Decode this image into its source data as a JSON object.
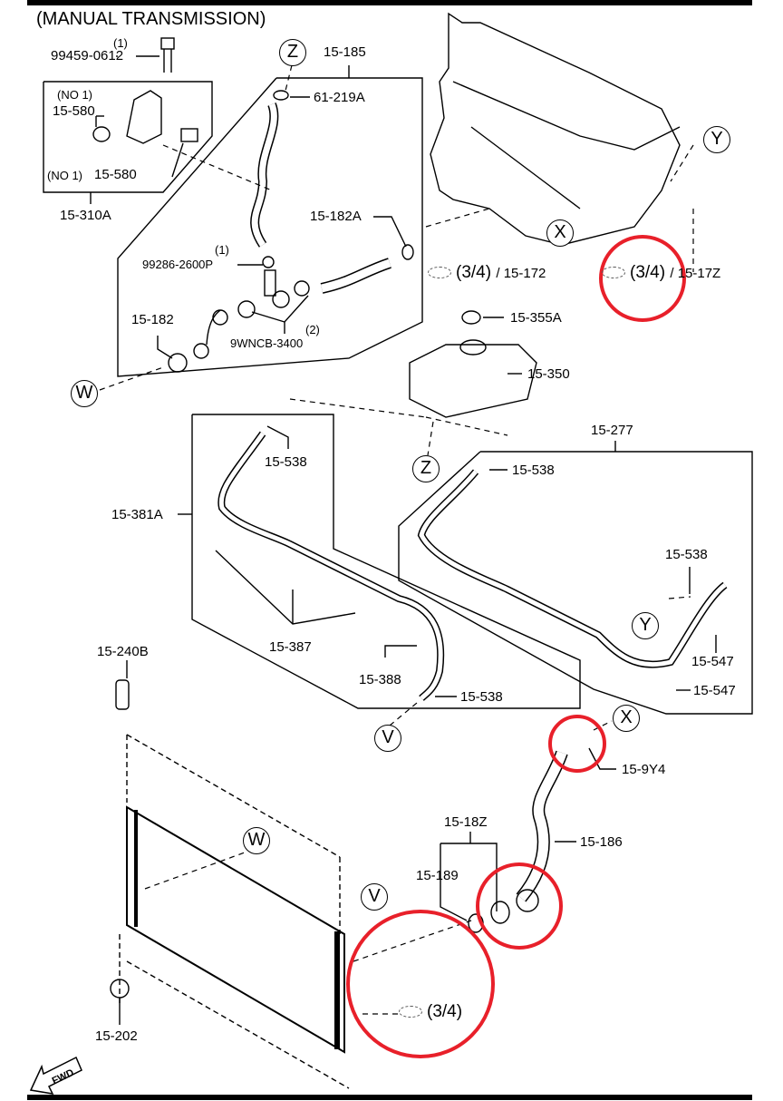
{
  "title": "(MANUAL TRANSMISSION)",
  "highlight_color": "#e8202a",
  "parts": {
    "bolt": {
      "qty": "(1)",
      "number": "99459-0612"
    },
    "bracket_group": "15-310A",
    "bracket_clip_a": {
      "note": "(NO 1)",
      "number": "15-580"
    },
    "bracket_clip_b": {
      "note": "(NO 1)",
      "number": "15-580"
    },
    "hose_group": "15-185",
    "clamp_top": "61-219A",
    "hose_182a": "15-182A",
    "clip_small": {
      "qty": "(1)",
      "number": "99286-2600P"
    },
    "hose_182": "15-182",
    "clamp_pair": {
      "qty": "(2)",
      "number": "9WNCB-3400"
    },
    "cap": "15-355A",
    "reservoir": "15-350",
    "hose_group_277": "15-277",
    "clamp_538_right_top": "15-538",
    "clamp_538_right_mid": "15-538",
    "clip_547_a": "15-547",
    "clip_547_b": "15-547",
    "hose_381a": "15-381A",
    "clamp_538_left_top": "15-538",
    "clip_387": "15-387",
    "clip_388": "15-388",
    "clamp_538_left_bottom": "15-538",
    "grommet_240b": "15-240B",
    "mount_202": "15-202",
    "clamp_9y4": "15-9Y4",
    "hose_186": "15-186",
    "hose_group_18z": "15-18Z",
    "hose_189": "15-189"
  },
  "references": {
    "ref_172": {
      "page": "(3/4)",
      "number": "/ 15-172"
    },
    "ref_17z": {
      "page": "(3/4)",
      "number": "/ 15-17Z"
    },
    "ref_radiator": {
      "page": "(3/4)"
    }
  },
  "callouts": {
    "z_top": "Z",
    "z_mid": "Z",
    "y_top": "Y",
    "y_mid": "Y",
    "x_top": "X",
    "x_bottom": "X",
    "w_left": "W",
    "w_radiator": "W",
    "v_mid": "V",
    "v_radiator": "V"
  },
  "fwd_label": "FWD"
}
